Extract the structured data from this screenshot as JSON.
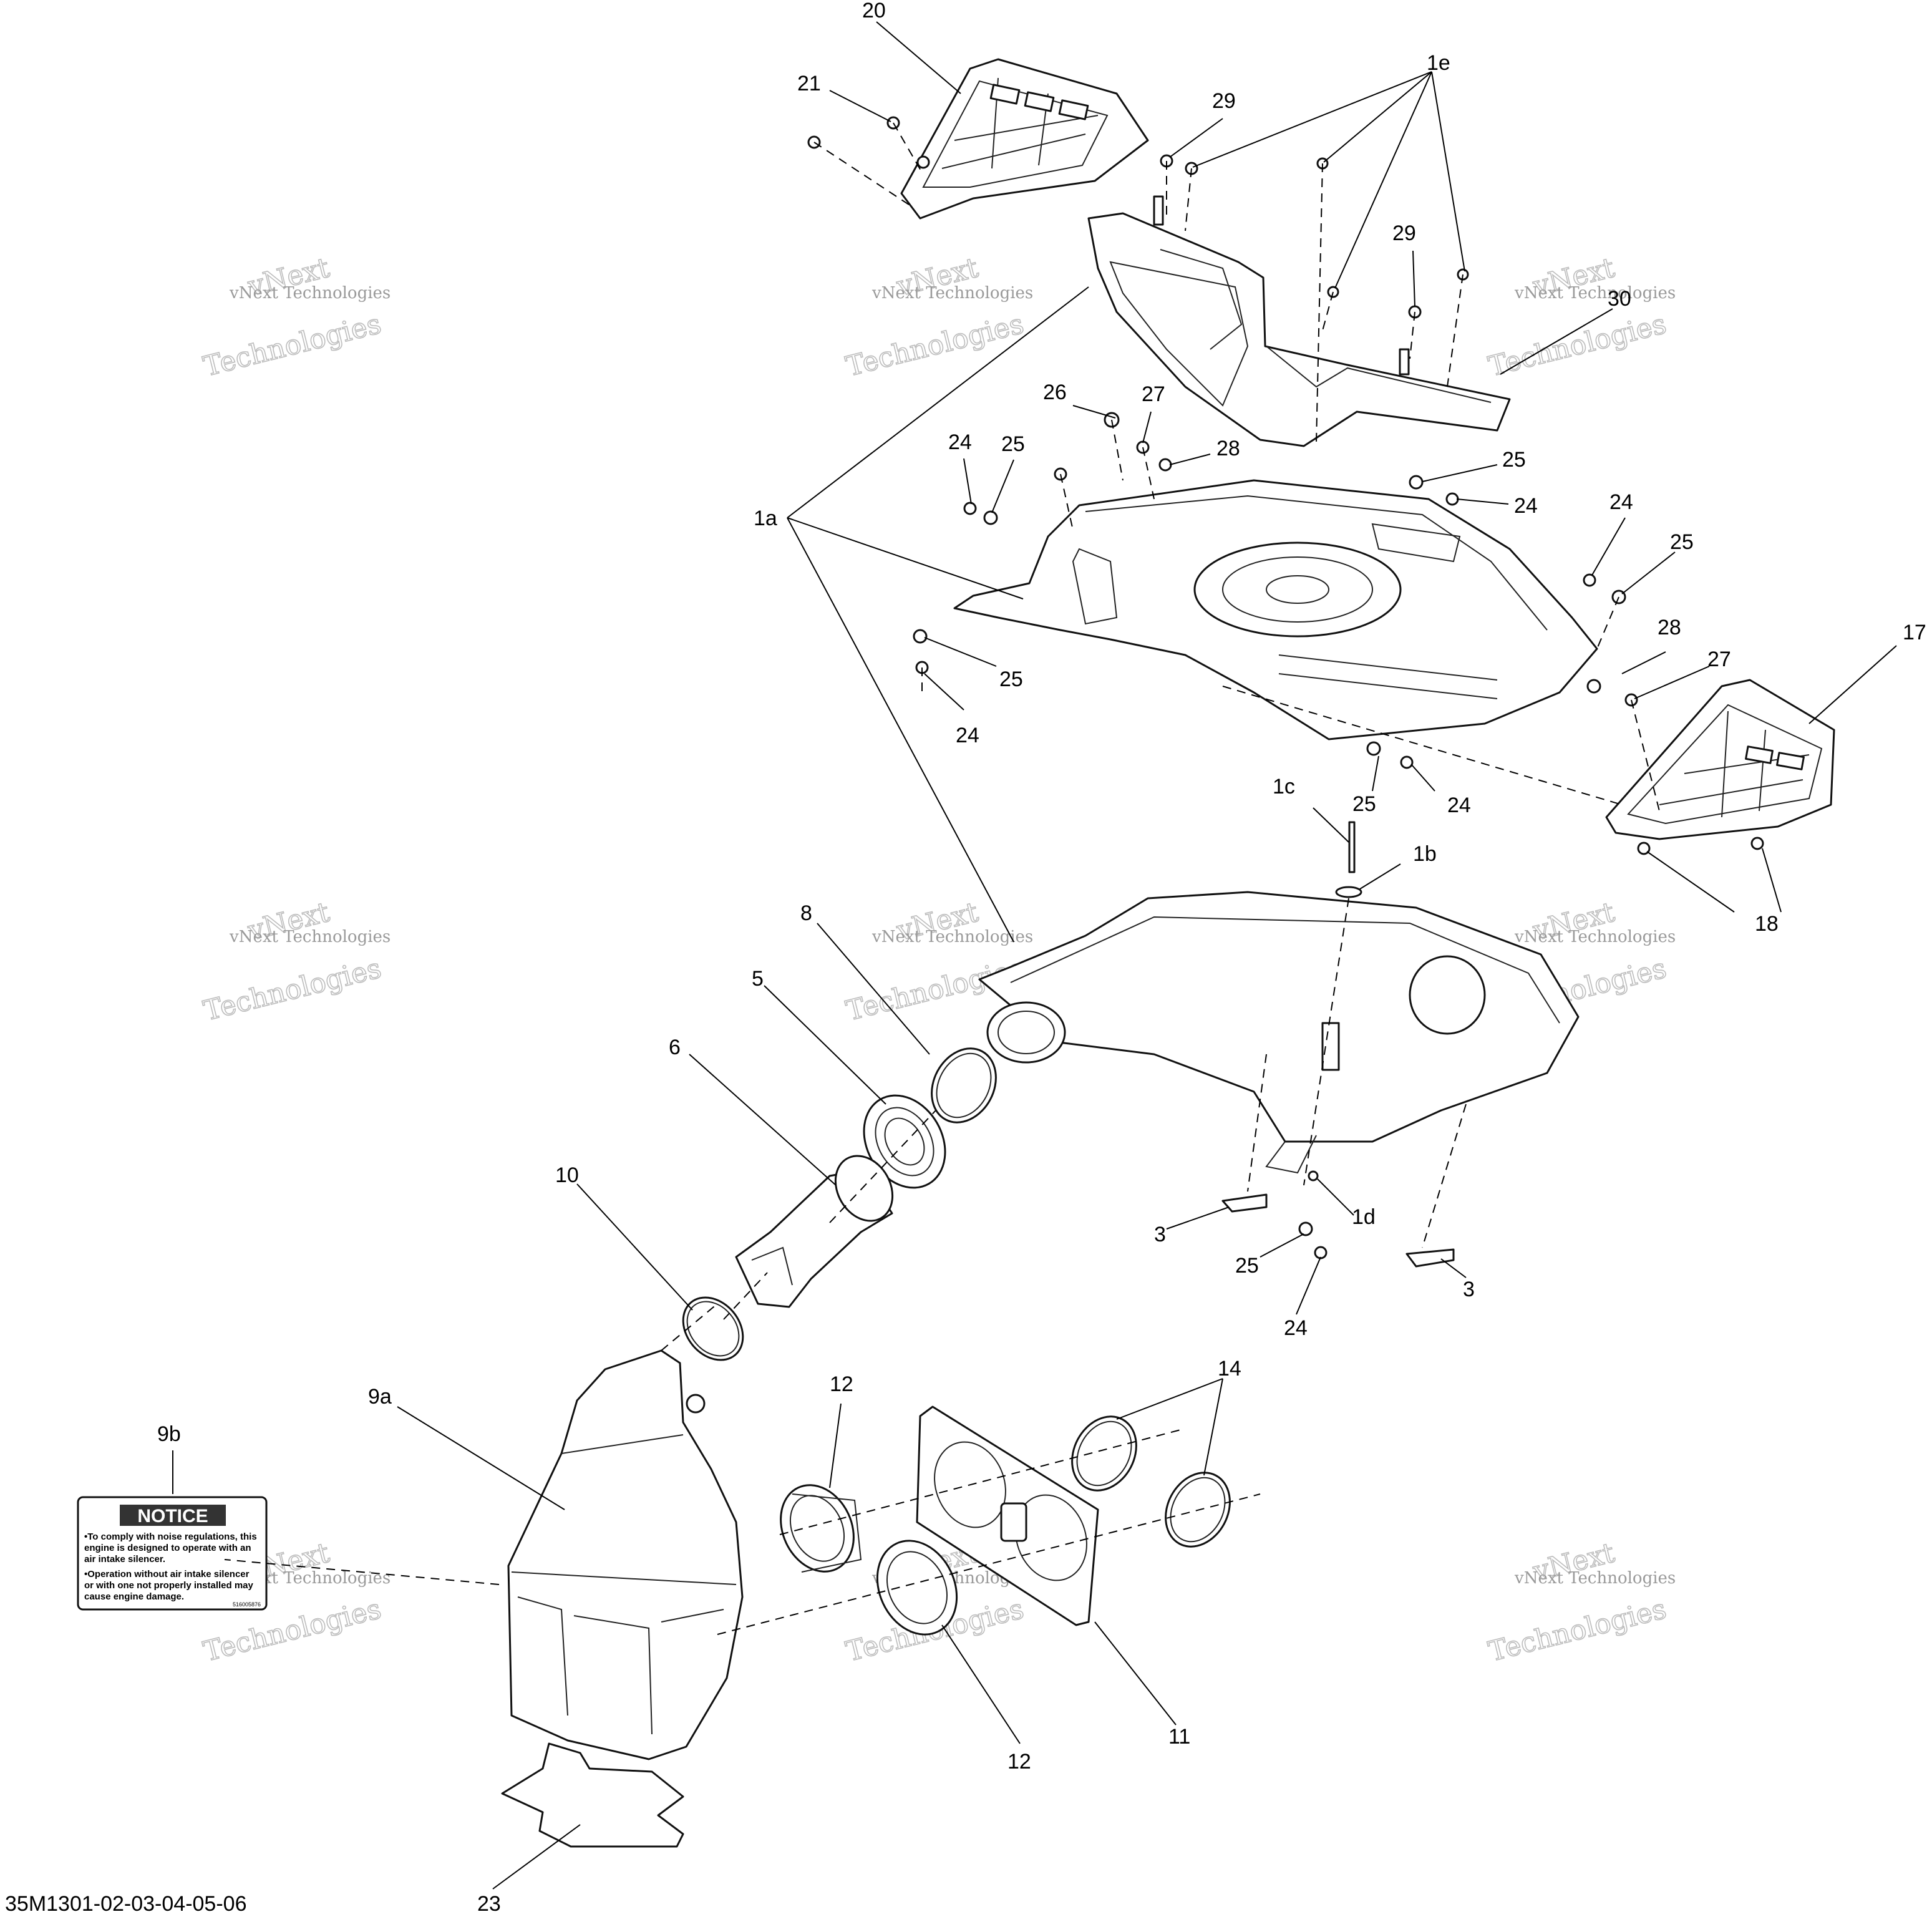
{
  "diagram_code": "35M1301-02-03-04-05-06",
  "watermark": {
    "brand": "vNext Technologies",
    "line1": "vNext",
    "line2": "Technologies"
  },
  "notice_label": {
    "heading": "NOTICE",
    "lines": [
      "•To comply with noise regulations, this",
      "engine is designed to operate with an",
      "air intake silencer.",
      "•Operation without air intake silencer",
      "or with one not properly installed may",
      "cause engine damage."
    ],
    "part_no": "516005876"
  },
  "callouts": {
    "c20": "20",
    "c21": "21",
    "c1e": "1e",
    "c29a": "29",
    "c29b": "29",
    "c30": "30",
    "c26": "26",
    "c27a": "27",
    "c28a": "28",
    "c24a": "24",
    "c25a": "25",
    "c25b": "25",
    "c24b": "24",
    "c24c": "24",
    "c25c": "25",
    "c28b": "28",
    "c27b": "27",
    "c1a": "1a",
    "c25d": "25",
    "c24d": "24",
    "c17": "17",
    "c1c": "1c",
    "c25e": "25",
    "c24e": "24",
    "c1b": "1b",
    "c18": "18",
    "c8": "8",
    "c5": "5",
    "c6": "6",
    "c10": "10",
    "c3a": "3",
    "c1d": "1d",
    "c25f": "25",
    "c3b": "3",
    "c24f": "24",
    "c9b": "9b",
    "c9a": "9a",
    "c12a": "12",
    "c14": "14",
    "c12b": "12",
    "c11": "11",
    "c23": "23"
  }
}
